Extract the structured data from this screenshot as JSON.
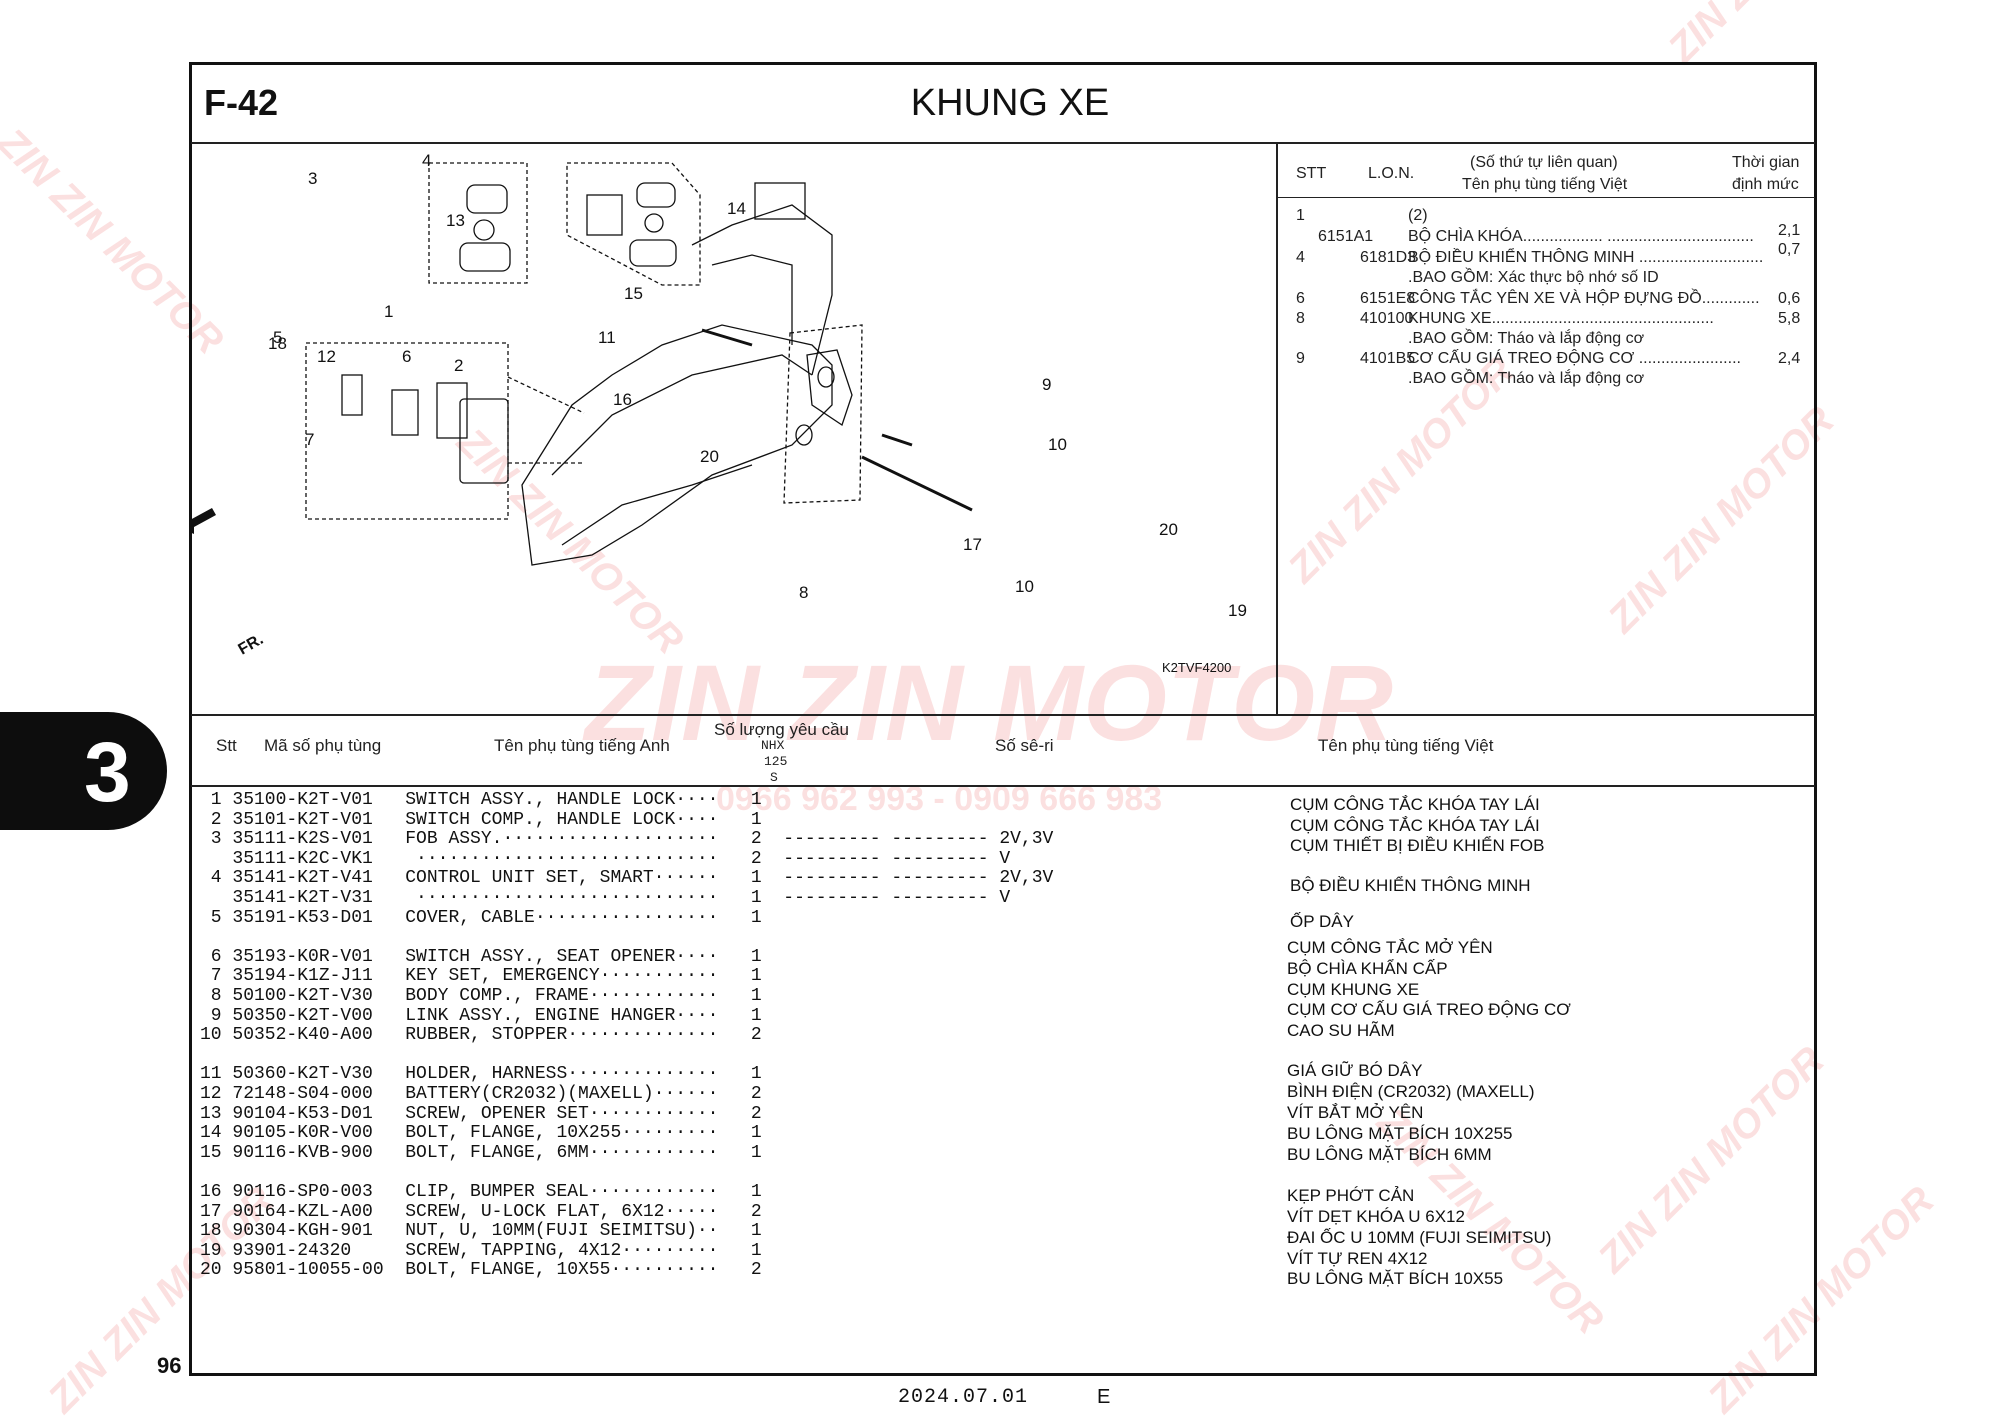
{
  "header": {
    "page_id": "F-42",
    "title": "KHUNG XE"
  },
  "side_tab": {
    "number": "3"
  },
  "page_number": "96",
  "footer": {
    "date": "2024.07.01",
    "edition": "E"
  },
  "watermark": {
    "brand": "ZIN ZIN MOTOR",
    "phone": "0966 962 993 - 0909 666 983"
  },
  "diagram": {
    "code": "K2TVF4200",
    "front_label": "FR.",
    "callouts": [
      "1",
      "2",
      "3",
      "4",
      "5",
      "6",
      "7",
      "8",
      "9",
      "10",
      "10",
      "11",
      "12",
      "13",
      "14",
      "15",
      "16",
      "17",
      "18",
      "19",
      "20",
      "20"
    ]
  },
  "ref_table": {
    "headers": {
      "stt": "STT",
      "lon": "L.O.N.",
      "desc_line1": "(Số thứ tự liên quan)",
      "desc_line2": "Tên phụ tùng tiếng Việt",
      "time_line1": "Thời gian",
      "time_line2": "định mức"
    },
    "rows": [
      {
        "stt": "1",
        "lon": "",
        "desc": "(2)",
        "time": ""
      },
      {
        "stt": "",
        "lon": "6151A1",
        "desc": "BỘ CHÌA KHÓA.................. .................................",
        "time": "2,1"
      },
      {
        "stt": "4",
        "lon": "6181D3",
        "desc": "BỘ ĐIỀU KHIỂN THÔNG MINH ............................",
        "time": "0,7"
      },
      {
        "stt": "",
        "lon": "",
        "desc": ".BAO GỒM: Xác thực bộ nhớ số ID",
        "time": ""
      },
      {
        "stt": "6",
        "lon": "6151E8",
        "desc": "CÔNG TẮC YÊN XE VÀ HỘP ĐỰNG ĐỒ.............",
        "time": "0,6"
      },
      {
        "stt": "8",
        "lon": "410100",
        "desc": "KHUNG XE..................................................",
        "time": "5,8"
      },
      {
        "stt": "",
        "lon": "",
        "desc": ".BAO GỒM: Tháo và lắp động cơ",
        "time": ""
      },
      {
        "stt": "9",
        "lon": "4101B5",
        "desc": "CƠ CẤU GIÁ TREO ĐỘNG CƠ .......................",
        "time": "2,4"
      },
      {
        "stt": "",
        "lon": "",
        "desc": ".BAO GỒM: Tháo và lắp động cơ",
        "time": ""
      }
    ]
  },
  "parts_table": {
    "headers": {
      "stt": "Stt",
      "part_no": "Mã số phụ tùng",
      "name_en": "Tên phụ tùng tiếng Anh",
      "qty": "Số lượng yêu cầu",
      "qty_sub1": "NHX",
      "qty_sub2": "125",
      "qty_sub3": "S",
      "serial": "Số sê-ri",
      "name_vn": "Tên phụ tùng tiếng Việt"
    },
    "rows": [
      {
        "line": " 1 35100-K2T-V01   SWITCH ASSY., HANDLE LOCK····   1"
      },
      {
        "line": " 2 35101-K2T-V01   SWITCH COMP., HANDLE LOCK····   1"
      },
      {
        "line": " 3 35111-K2S-V01   FOB ASSY.····················   2  --------- --------- 2V,3V"
      },
      {
        "line": "   35111-K2C-VK1    ····························   2  --------- --------- V"
      },
      {
        "line": " 4 35141-K2T-V41   CONTROL UNIT SET, SMART······   1  --------- --------- 2V,3V"
      },
      {
        "line": "   35141-K2T-V31    ····························   1  --------- --------- V"
      },
      {
        "line": " 5 35191-K53-D01   COVER, CABLE·················   1"
      },
      {
        "line": ""
      },
      {
        "line": " 6 35193-K0R-V01   SWITCH ASSY., SEAT OPENER····   1"
      },
      {
        "line": " 7 35194-K1Z-J11   KEY SET, EMERGENCY···········   1"
      },
      {
        "line": " 8 50100-K2T-V30   BODY COMP., FRAME············   1"
      },
      {
        "line": " 9 50350-K2T-V00   LINK ASSY., ENGINE HANGER····   1"
      },
      {
        "line": "10 50352-K40-A00   RUBBER, STOPPER··············   2"
      },
      {
        "line": ""
      },
      {
        "line": "11 50360-K2T-V30   HOLDER, HARNESS··············   1"
      },
      {
        "line": "12 72148-S04-000   BATTERY(CR2032)(MAXELL)······   2"
      },
      {
        "line": "13 90104-K53-D01   SCREW, OPENER SET············   2"
      },
      {
        "line": "14 90105-K0R-V00   BOLT, FLANGE, 10X255·········   1"
      },
      {
        "line": "15 90116-KVB-900   BOLT, FLANGE, 6MM············   1"
      },
      {
        "line": ""
      },
      {
        "line": "16 90116-SP0-003   CLIP, BUMPER SEAL············   1"
      },
      {
        "line": "17 90164-KZL-A00   SCREW, U-LOCK FLAT, 6X12·····   2"
      },
      {
        "line": "18 90304-KGH-901   NUT, U, 10MM(FUJI SEIMITSU)··   1"
      },
      {
        "line": "19 93901-24320     SCREW, TAPPING, 4X12·········   1"
      },
      {
        "line": "20 95801-10055-00  BOLT, FLANGE, 10X55··········   2"
      }
    ],
    "vn_names": [
      "CỤM CÔNG TẮC KHÓA TAY LÁI",
      "CỤM CÔNG TẮC KHÓA TAY LÁI",
      "CỤM THIẾT BỊ ĐIỀU KHIỂN FOB",
      "BỘ ĐIỀU KHIỂN THÔNG MINH",
      "ỐP DÂY",
      "CỤM CÔNG TẮC MỞ YÊN",
      "BỘ CHÌA KHẨN CẤP",
      "CỤM KHUNG XE",
      "CỤM CƠ CẤU GIÁ TREO ĐỘNG CƠ",
      "CAO SU HÃM",
      "GIÁ GIỮ BÓ DÂY",
      "BÌNH ĐIỆN (CR2032) (MAXELL)",
      "VÍT BẮT MỞ YÊN",
      "BU LÔNG MẶT BÍCH 10X255",
      "BU LÔNG MẶT BÍCH 6MM",
      "KẸP PHỚT CẢN",
      "VÍT DẸT KHÓA U 6X12",
      "ĐAI ỐC U 10MM (FUJI SEIMITSU)",
      "VÍT TỰ REN 4X12",
      "BU LÔNG MẶT BÍCH 10X55"
    ]
  }
}
